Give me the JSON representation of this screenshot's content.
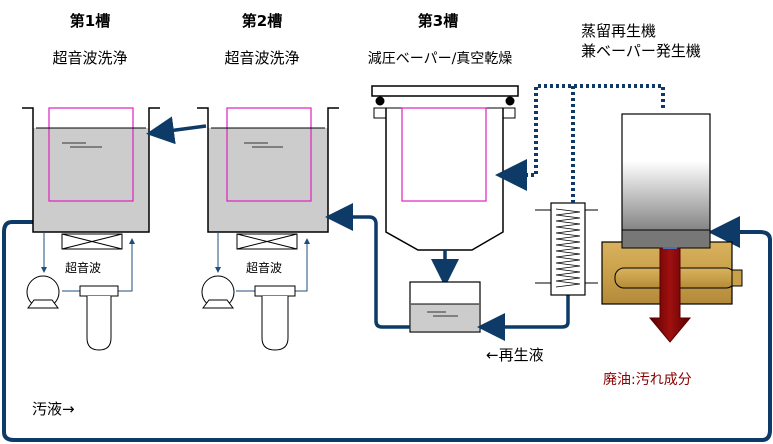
{
  "tank1": {
    "title": "第1槽",
    "subtitle": "超音波洗浄"
  },
  "tank2": {
    "title": "第2槽",
    "subtitle": "超音波洗浄"
  },
  "tank3": {
    "title": "第3槽",
    "subtitle": "減圧ベーパー/真空乾燥"
  },
  "still": {
    "line1": "蒸留再生機",
    "line2": "兼ベーパー発生機"
  },
  "ultrasonic_labels": [
    "超音波",
    "超音波"
  ],
  "regen_label": "←再生液",
  "waste_oil_label": "廃油:汚れ成分",
  "waste_liquid_label": "汚液→",
  "colors": {
    "pipe": "#0d3a66",
    "tank_fill": "#cccccc",
    "basket": "#e020c0",
    "waste_arrow": "#8b0000",
    "waste_text": "#8b0000",
    "heater": "#c8a050"
  }
}
